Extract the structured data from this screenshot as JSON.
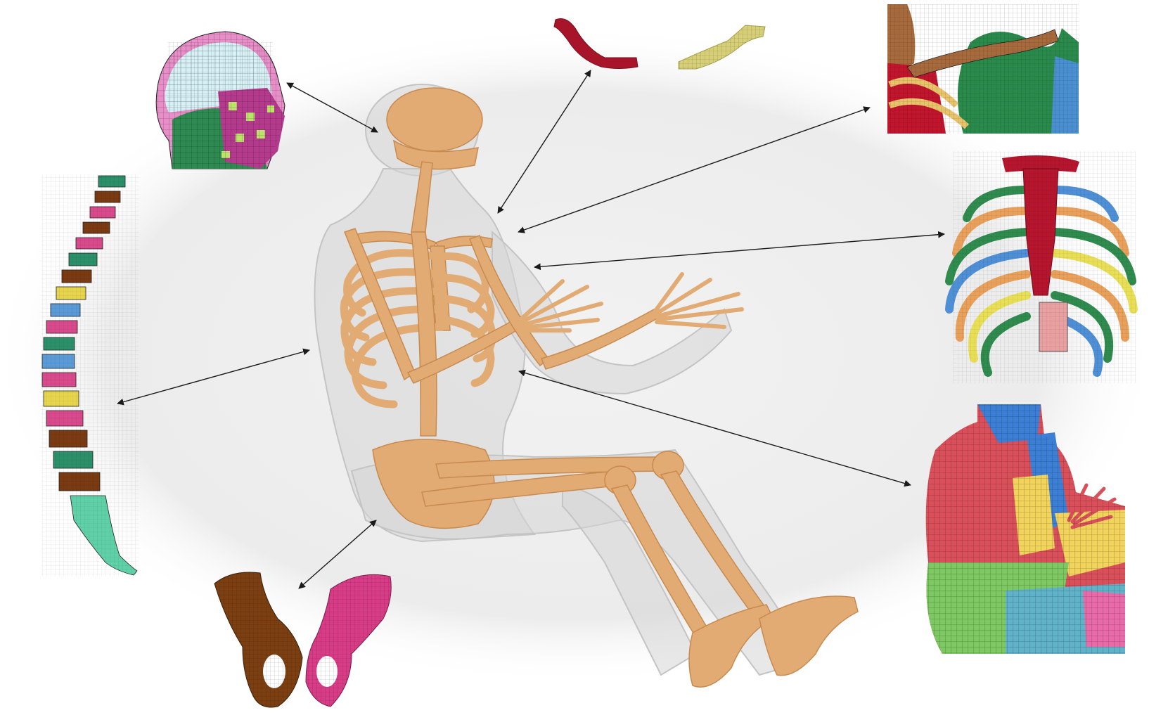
{
  "figure": {
    "background": "#f0f0f0",
    "bone_color": "#e2ab73",
    "skin_color": "#d8d8d8",
    "arrow_color": "#1a1a1a"
  },
  "insets": [
    {
      "name": "head-skull-mesh",
      "colors": [
        "#e88ec8",
        "#d6f0f5",
        "#2f8a52",
        "#b33a8c",
        "#bde36a"
      ]
    },
    {
      "name": "clavicle-red-mesh",
      "colors": [
        "#a8142a"
      ]
    },
    {
      "name": "clavicle-yellow-mesh",
      "colors": [
        "#d6cf78"
      ]
    },
    {
      "name": "shoulder-mesh",
      "colors": [
        "#c0152c",
        "#2a8a4c",
        "#a66a3c",
        "#4a8fd0",
        "#e9c36a"
      ]
    },
    {
      "name": "ribcage-mesh",
      "colors": [
        "#b5152d",
        "#2f8b4e",
        "#e8a05a",
        "#4f8fd6",
        "#e9df56"
      ]
    },
    {
      "name": "torso-flesh-mesh",
      "colors": [
        "#d94f5a",
        "#7dc863",
        "#3d7fd4",
        "#e86aa8",
        "#f2d35c"
      ]
    },
    {
      "name": "spine-mesh",
      "colors": [
        "#7a3b12",
        "#2b8f6a",
        "#d84a8c",
        "#5a9ad6",
        "#e6d44c"
      ]
    },
    {
      "name": "pelvis-mesh",
      "colors": [
        "#7b3f12",
        "#d83c86"
      ]
    }
  ]
}
